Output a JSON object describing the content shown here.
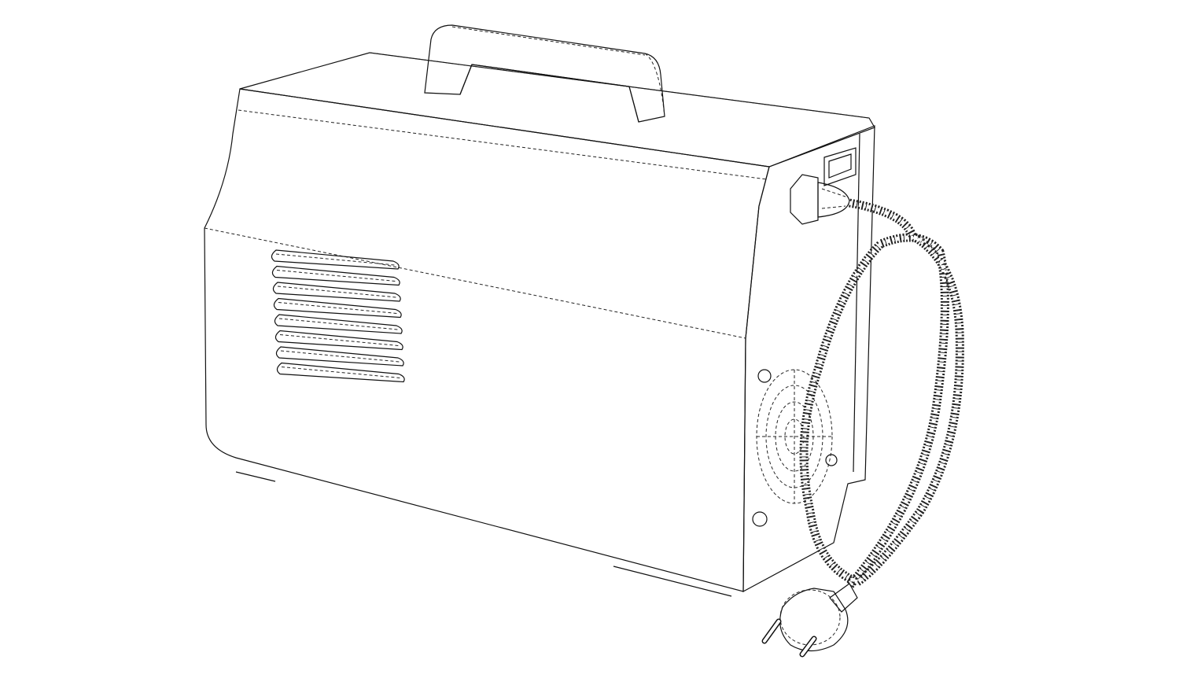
{
  "drawing": {
    "subject": "portable-welding-machine",
    "style": "line-sketch",
    "colors": {
      "line": "#111111",
      "top_face_light": "#f2f2f2",
      "top_face_dark": "#9a9a9a",
      "end_face": "#d6d6d6",
      "background": "#ffffff"
    },
    "louver_count": 8
  }
}
